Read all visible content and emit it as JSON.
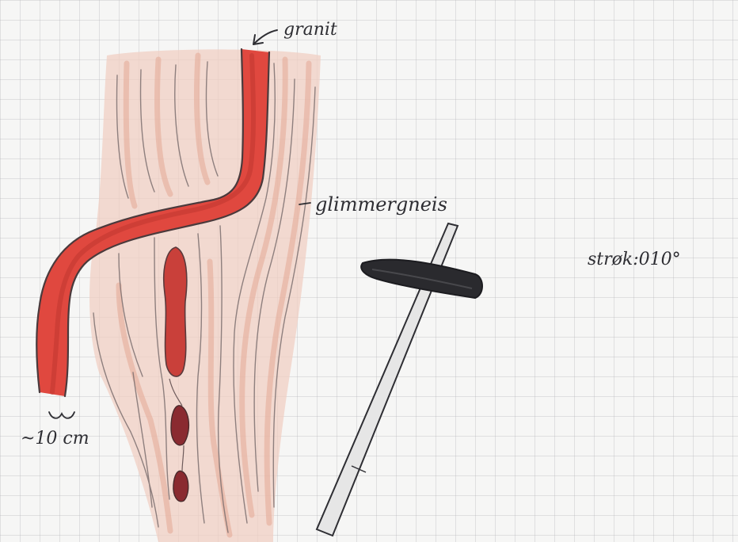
{
  "labels": {
    "granite": "granit",
    "host_rock": "glimmergneis",
    "strike": "strøk:010°",
    "scale": "~10 cm"
  },
  "colors": {
    "dike_red": "#e0483f",
    "dike_dark": "#b8322c",
    "gneiss_banding": "#e9b7a6",
    "gneiss_lines": "#7d7070",
    "pod_red": "#c9403a",
    "pod_dark": "#8a2a30",
    "hammer_head": "#2a2a2e",
    "pencil": "#2e2e33"
  },
  "icons": {
    "hammer": "geological-hammer-icon",
    "arrow": "pointer-arrow-icon"
  }
}
